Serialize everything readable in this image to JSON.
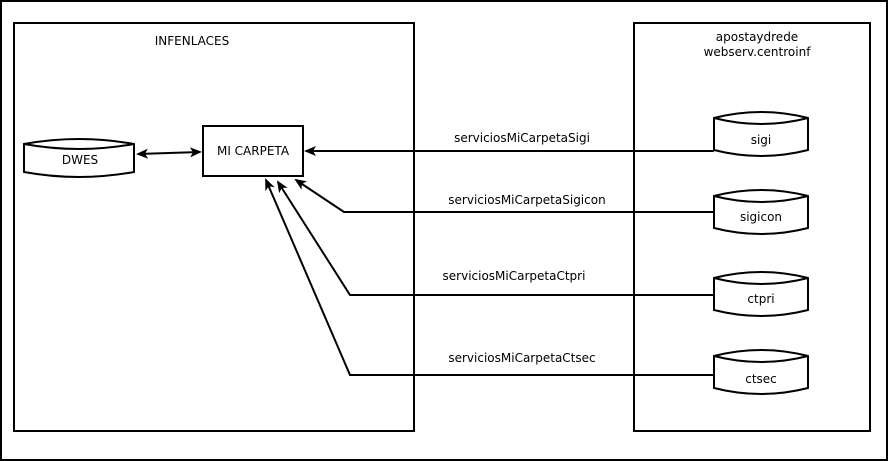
{
  "left_container": {
    "title": "INFENLACES"
  },
  "right_container": {
    "title_line1": "apostaydrede",
    "title_line2": "webserv.centroinf"
  },
  "nodes": {
    "dwes": "DWES",
    "mi_carpeta": "MI CARPETA",
    "sigi": "sigi",
    "sigicon": "sigicon",
    "ctpri": "ctpri",
    "ctsec": "ctsec"
  },
  "connections": {
    "sigi": "serviciosMiCarpetaSigi",
    "sigicon": "serviciosMiCarpetaSigicon",
    "ctpri": "serviciosMiCarpetaCtpri",
    "ctsec": "serviciosMiCarpetaCtsec"
  }
}
